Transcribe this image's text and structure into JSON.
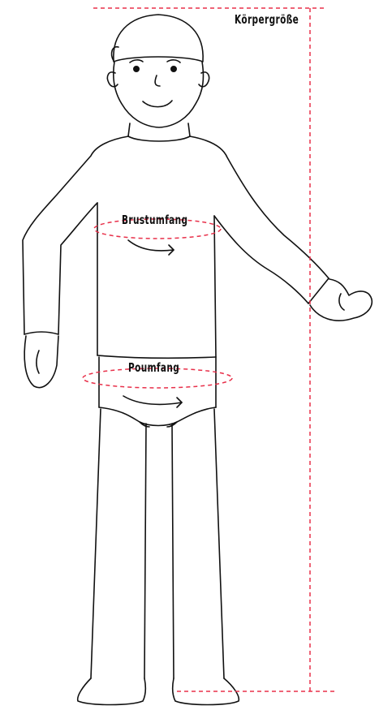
{
  "labels": {
    "height": "Körpergröße",
    "chest": "Brustumfang",
    "hip": "Poumfang"
  },
  "colors": {
    "outline": "#111111",
    "measure_line": "#e8304a"
  }
}
